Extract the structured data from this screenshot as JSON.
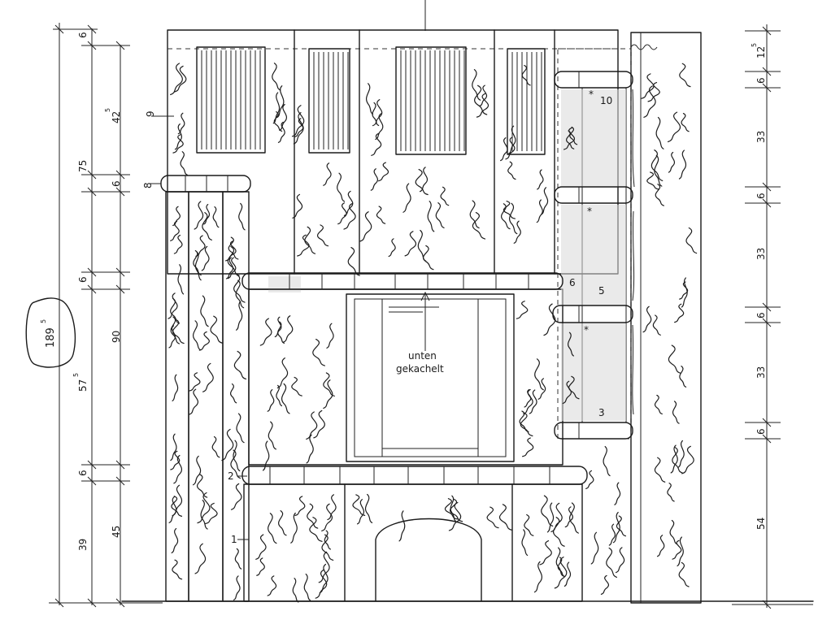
{
  "title": "",
  "note": {
    "line1": "unten",
    "line2": "gekachelt"
  },
  "total_height": {
    "main": "189",
    "sup": "5"
  },
  "left_dims": {
    "top_band": "6",
    "upper_section": "75",
    "upper_panel": "42",
    "upper_panel_sup": "5",
    "upper_cornice": "6",
    "middle_cornice": "6",
    "middle_section": "90",
    "lower_cornice": "6",
    "base_a": "39",
    "base_b": "45",
    "left_total": "57",
    "left_total_sup": "5"
  },
  "right_dims": {
    "top": "12",
    "top_sup": "5",
    "cornice_1": "6",
    "shelf_1": "33",
    "cornice_2": "6",
    "shelf_2": "33",
    "cornice_3": "6",
    "shelf_3": "33",
    "cornice_4": "6",
    "base": "54"
  },
  "markers": {
    "m1": "1",
    "m2": "2",
    "m3": "3",
    "m5": "5",
    "m6": "6",
    "m8": "8",
    "m9": "9",
    "m10": "10",
    "star": "*"
  }
}
